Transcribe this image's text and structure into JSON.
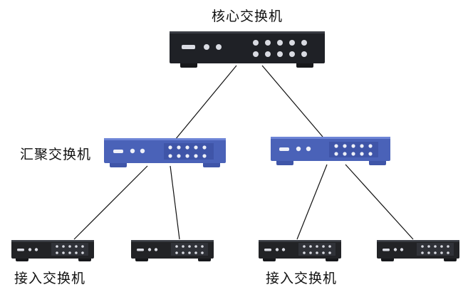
{
  "labels": {
    "core": "核心交换机",
    "aggregation": "汇聚交换机",
    "access_left": "接入交换机",
    "access_right": "接入交换机"
  },
  "colors": {
    "core_body": "#1f2126",
    "aggregation_body": "#4a62b8",
    "aggregation_panel": "#3f55a8",
    "access_body": "#222326",
    "access_panel": "#303238",
    "port": "#d9dbe2",
    "line": "#111111"
  },
  "icons": {
    "core": "network-switch-icon",
    "aggregation": "network-switch-icon",
    "access": "network-switch-icon"
  }
}
